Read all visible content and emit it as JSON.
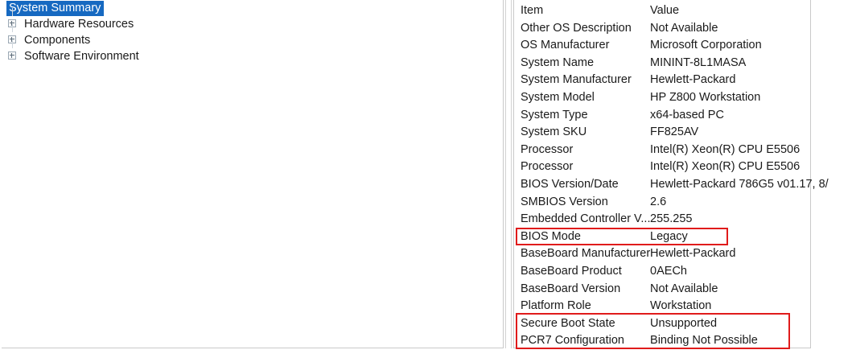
{
  "tree": {
    "root": {
      "label": "System Summary",
      "selected": true
    },
    "children": [
      {
        "label": "Hardware Resources",
        "icon": "plus-box-icon"
      },
      {
        "label": "Components",
        "icon": "plus-box-icon"
      },
      {
        "label": "Software Environment",
        "icon": "plus-box-icon"
      }
    ]
  },
  "details": {
    "columns": {
      "item": "Item",
      "value": "Value"
    },
    "rows": [
      {
        "item": "Other OS Description",
        "value": "Not Available"
      },
      {
        "item": "OS Manufacturer",
        "value": "Microsoft Corporation"
      },
      {
        "item": "System Name",
        "value": "MININT-8L1MASA"
      },
      {
        "item": "System Manufacturer",
        "value": "Hewlett-Packard"
      },
      {
        "item": "System Model",
        "value": "HP Z800 Workstation"
      },
      {
        "item": "System Type",
        "value": "x64-based PC"
      },
      {
        "item": "System SKU",
        "value": "FF825AV"
      },
      {
        "item": "Processor",
        "value": "Intel(R) Xeon(R) CPU          E5506"
      },
      {
        "item": "Processor",
        "value": "Intel(R) Xeon(R) CPU          E5506"
      },
      {
        "item": "BIOS Version/Date",
        "value": "Hewlett-Packard 786G5 v01.17, 8/"
      },
      {
        "item": "SMBIOS Version",
        "value": "2.6"
      },
      {
        "item": "Embedded Controller V...",
        "value": "255.255"
      },
      {
        "item": "BIOS Mode",
        "value": "Legacy"
      },
      {
        "item": "BaseBoard Manufacturer",
        "value": "Hewlett-Packard"
      },
      {
        "item": "BaseBoard Product",
        "value": "0AECh"
      },
      {
        "item": "BaseBoard Version",
        "value": "Not Available"
      },
      {
        "item": "Platform Role",
        "value": "Workstation"
      },
      {
        "item": "Secure Boot State",
        "value": "Unsupported"
      },
      {
        "item": "PCR7 Configuration",
        "value": "Binding Not Possible"
      }
    ]
  },
  "annotations": {
    "color": "#e01b1b",
    "boxes": [
      {
        "name": "bios-mode-highlight",
        "targets": [
          "BIOS Mode"
        ]
      },
      {
        "name": "secure-boot-highlight",
        "targets": [
          "Secure Boot State",
          "PCR7 Configuration"
        ]
      }
    ]
  },
  "colors": {
    "selection": "#1669c1",
    "selection_text": "#ffffff",
    "text": "#1a1a1a",
    "panel_border": "#c9c9c9",
    "annotation": "#e01b1b"
  }
}
